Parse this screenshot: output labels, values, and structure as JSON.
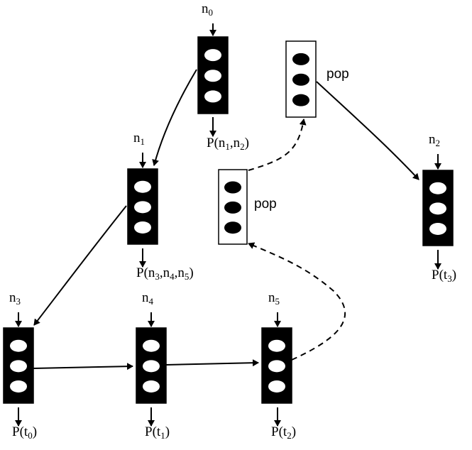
{
  "colors": {
    "ink": "#000000",
    "paper": "#ffffff"
  },
  "diagram": {
    "nodes": [
      {
        "id": "n0",
        "input_label": "n",
        "input_sub": "0",
        "output_label": "P(n1,n2)",
        "style": "filled"
      },
      {
        "id": "n1",
        "input_label": "n",
        "input_sub": "1",
        "output_label": "P(n3,n4,n5)",
        "style": "filled"
      },
      {
        "id": "n2",
        "input_label": "n",
        "input_sub": "2",
        "output_label": "P(t3)",
        "style": "filled"
      },
      {
        "id": "n3",
        "input_label": "n",
        "input_sub": "3",
        "output_label": "P(t0)",
        "style": "filled"
      },
      {
        "id": "n4",
        "input_label": "n",
        "input_sub": "4",
        "output_label": "P(t1)",
        "style": "filled"
      },
      {
        "id": "n5",
        "input_label": "n",
        "input_sub": "5",
        "output_label": "P(t2)",
        "style": "filled"
      },
      {
        "id": "pop_upper",
        "side_label": "pop",
        "style": "outlined"
      },
      {
        "id": "pop_lower",
        "side_label": "pop",
        "style": "outlined"
      }
    ],
    "edges": [
      {
        "from": "n0",
        "to": "n1",
        "style": "solid"
      },
      {
        "from": "n1",
        "to": "n3",
        "style": "solid"
      },
      {
        "from": "n3",
        "to": "n4",
        "style": "solid"
      },
      {
        "from": "n4",
        "to": "n5",
        "style": "solid"
      },
      {
        "from": "n5",
        "to": "pop_lower",
        "style": "dashed"
      },
      {
        "from": "pop_lower",
        "to": "pop_upper",
        "style": "dashed"
      },
      {
        "from": "pop_upper",
        "to": "n2",
        "style": "solid"
      }
    ]
  }
}
